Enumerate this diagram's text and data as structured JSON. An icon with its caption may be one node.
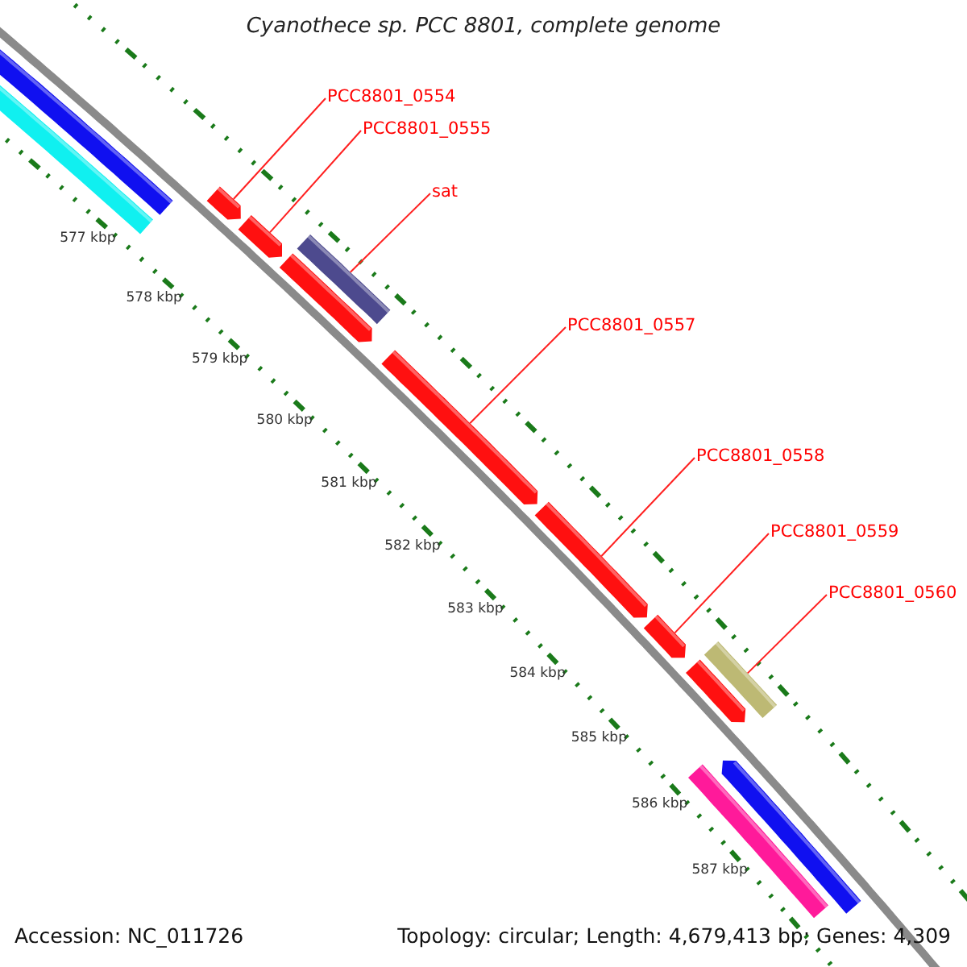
{
  "diagram": {
    "title": "Cyanothece sp. PCC 8801, complete genome",
    "nodes": [
      {
        "text": [
          "PCC8801_0554"
        ]
      },
      {
        "text": [
          "PCC8801_0555"
        ]
      },
      {
        "text": [
          "sat"
        ]
      },
      {
        "text": [
          "PCC8801_0557"
        ]
      },
      {
        "text": [
          "PCC8801_0558"
        ]
      },
      {
        "text": [
          "PCC8801_0559"
        ]
      },
      {
        "text": [
          "PCC8801_0560"
        ]
      },
      {
        "text": [],
        "shape": "bar"
      },
      {
        "text": [],
        "shape": "bar"
      },
      {
        "text": [],
        "shape": "arrow"
      },
      {
        "text": [],
        "shape": "arrow"
      },
      {
        "text": [],
        "shape": "arrow"
      },
      {
        "text": [],
        "shape": "bar"
      },
      {
        "text": [],
        "shape": "arrow"
      },
      {
        "text": [],
        "shape": "arrow"
      },
      {
        "text": [],
        "shape": "arrow"
      },
      {
        "text": [],
        "shape": "arrow"
      },
      {
        "text": [],
        "shape": "bar"
      },
      {
        "text": [],
        "shape": "bar"
      },
      {
        "text": [],
        "shape": "arrow"
      }
    ],
    "edges": [
      {
        "from": 0,
        "to": 9,
        "arrow": "none"
      },
      {
        "from": 1,
        "to": 10,
        "arrow": "none"
      },
      {
        "from": 2,
        "to": 12,
        "arrow": "none"
      },
      {
        "from": 3,
        "to": 13,
        "arrow": "none"
      },
      {
        "from": 4,
        "to": 14,
        "arrow": "none"
      },
      {
        "from": 5,
        "to": 15,
        "arrow": "none"
      },
      {
        "from": 6,
        "to": 17,
        "arrow": "none"
      }
    ],
    "labels": [
      "577 kbp",
      "578 kbp",
      "579 kbp",
      "580 kbp",
      "581 kbp",
      "582 kbp",
      "583 kbp",
      "584 kbp",
      "585 kbp",
      "586 kbp",
      "587 kbp",
      "Accession: NC_011726",
      "Topology: circular; Length: 4,679,413 bp; Genes: 4,309"
    ]
  }
}
